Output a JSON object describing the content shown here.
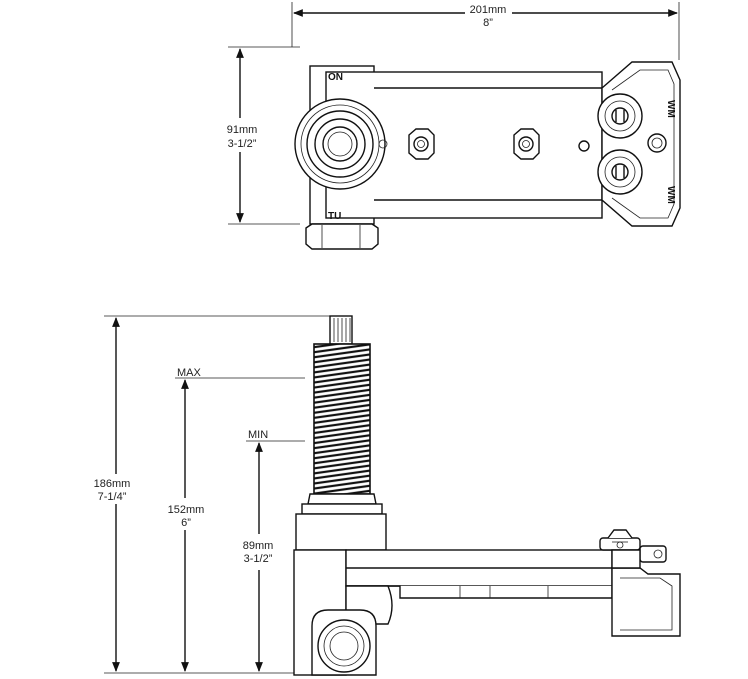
{
  "top_view": {
    "width_dim": {
      "metric": "201mm",
      "imperial": "8”"
    },
    "height_dim": {
      "metric": "91mm",
      "imperial": "3-1/2”"
    },
    "labels": {
      "on": "ON",
      "tub": "TU"
    }
  },
  "side_view": {
    "total_height": {
      "metric": "186mm",
      "imperial": "7-1/4”"
    },
    "max_height": {
      "metric": "152mm",
      "imperial": "6”"
    },
    "min_height": {
      "metric": "89mm",
      "imperial": "3-1/2”"
    },
    "max_label": "MAX",
    "min_label": "MIN"
  }
}
